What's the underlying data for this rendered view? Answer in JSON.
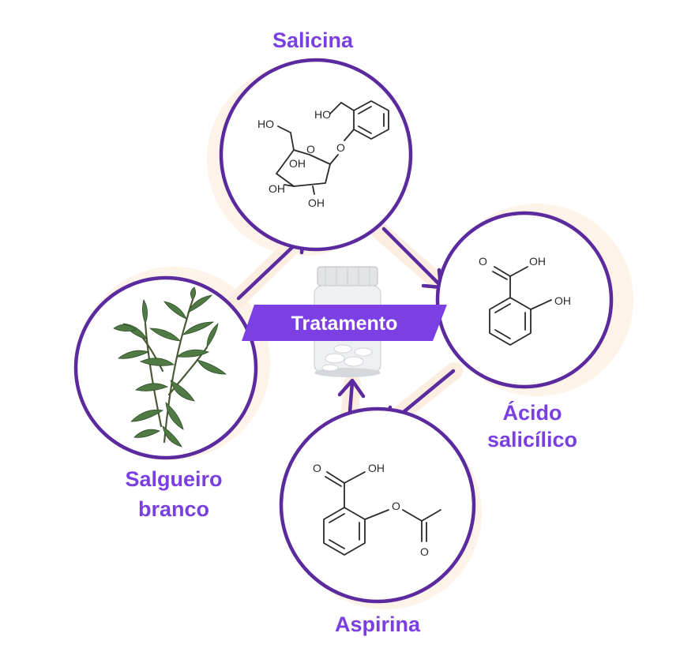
{
  "center": {
    "label": "Tratamento"
  },
  "nodes": {
    "salicina": {
      "label": "Salicina"
    },
    "acido": {
      "label_line1": "Ácido",
      "label_line2": "salicílico"
    },
    "aspirina": {
      "label": "Aspirina"
    },
    "salgueiro": {
      "label_line1": "Salgueiro",
      "label_line2": "branco"
    }
  },
  "chem_labels": {
    "salicina": {
      "ho1": "HO",
      "ho2": "HO",
      "o_ring": "O",
      "o_link": "O",
      "oh1": "OH",
      "oh2": "OH",
      "oh3": "OH"
    },
    "acido": {
      "o": "O",
      "oh_acid": "OH",
      "oh_phenol": "OH"
    },
    "aspirina": {
      "o": "O",
      "oh_acid": "OH",
      "o_ester": "O",
      "o_carbonyl": "O"
    }
  },
  "colors": {
    "accent": "#7a3fe0",
    "ring": "#5b2a9e",
    "halo": "#fdf3e8",
    "banner": "#7b3fe4"
  }
}
